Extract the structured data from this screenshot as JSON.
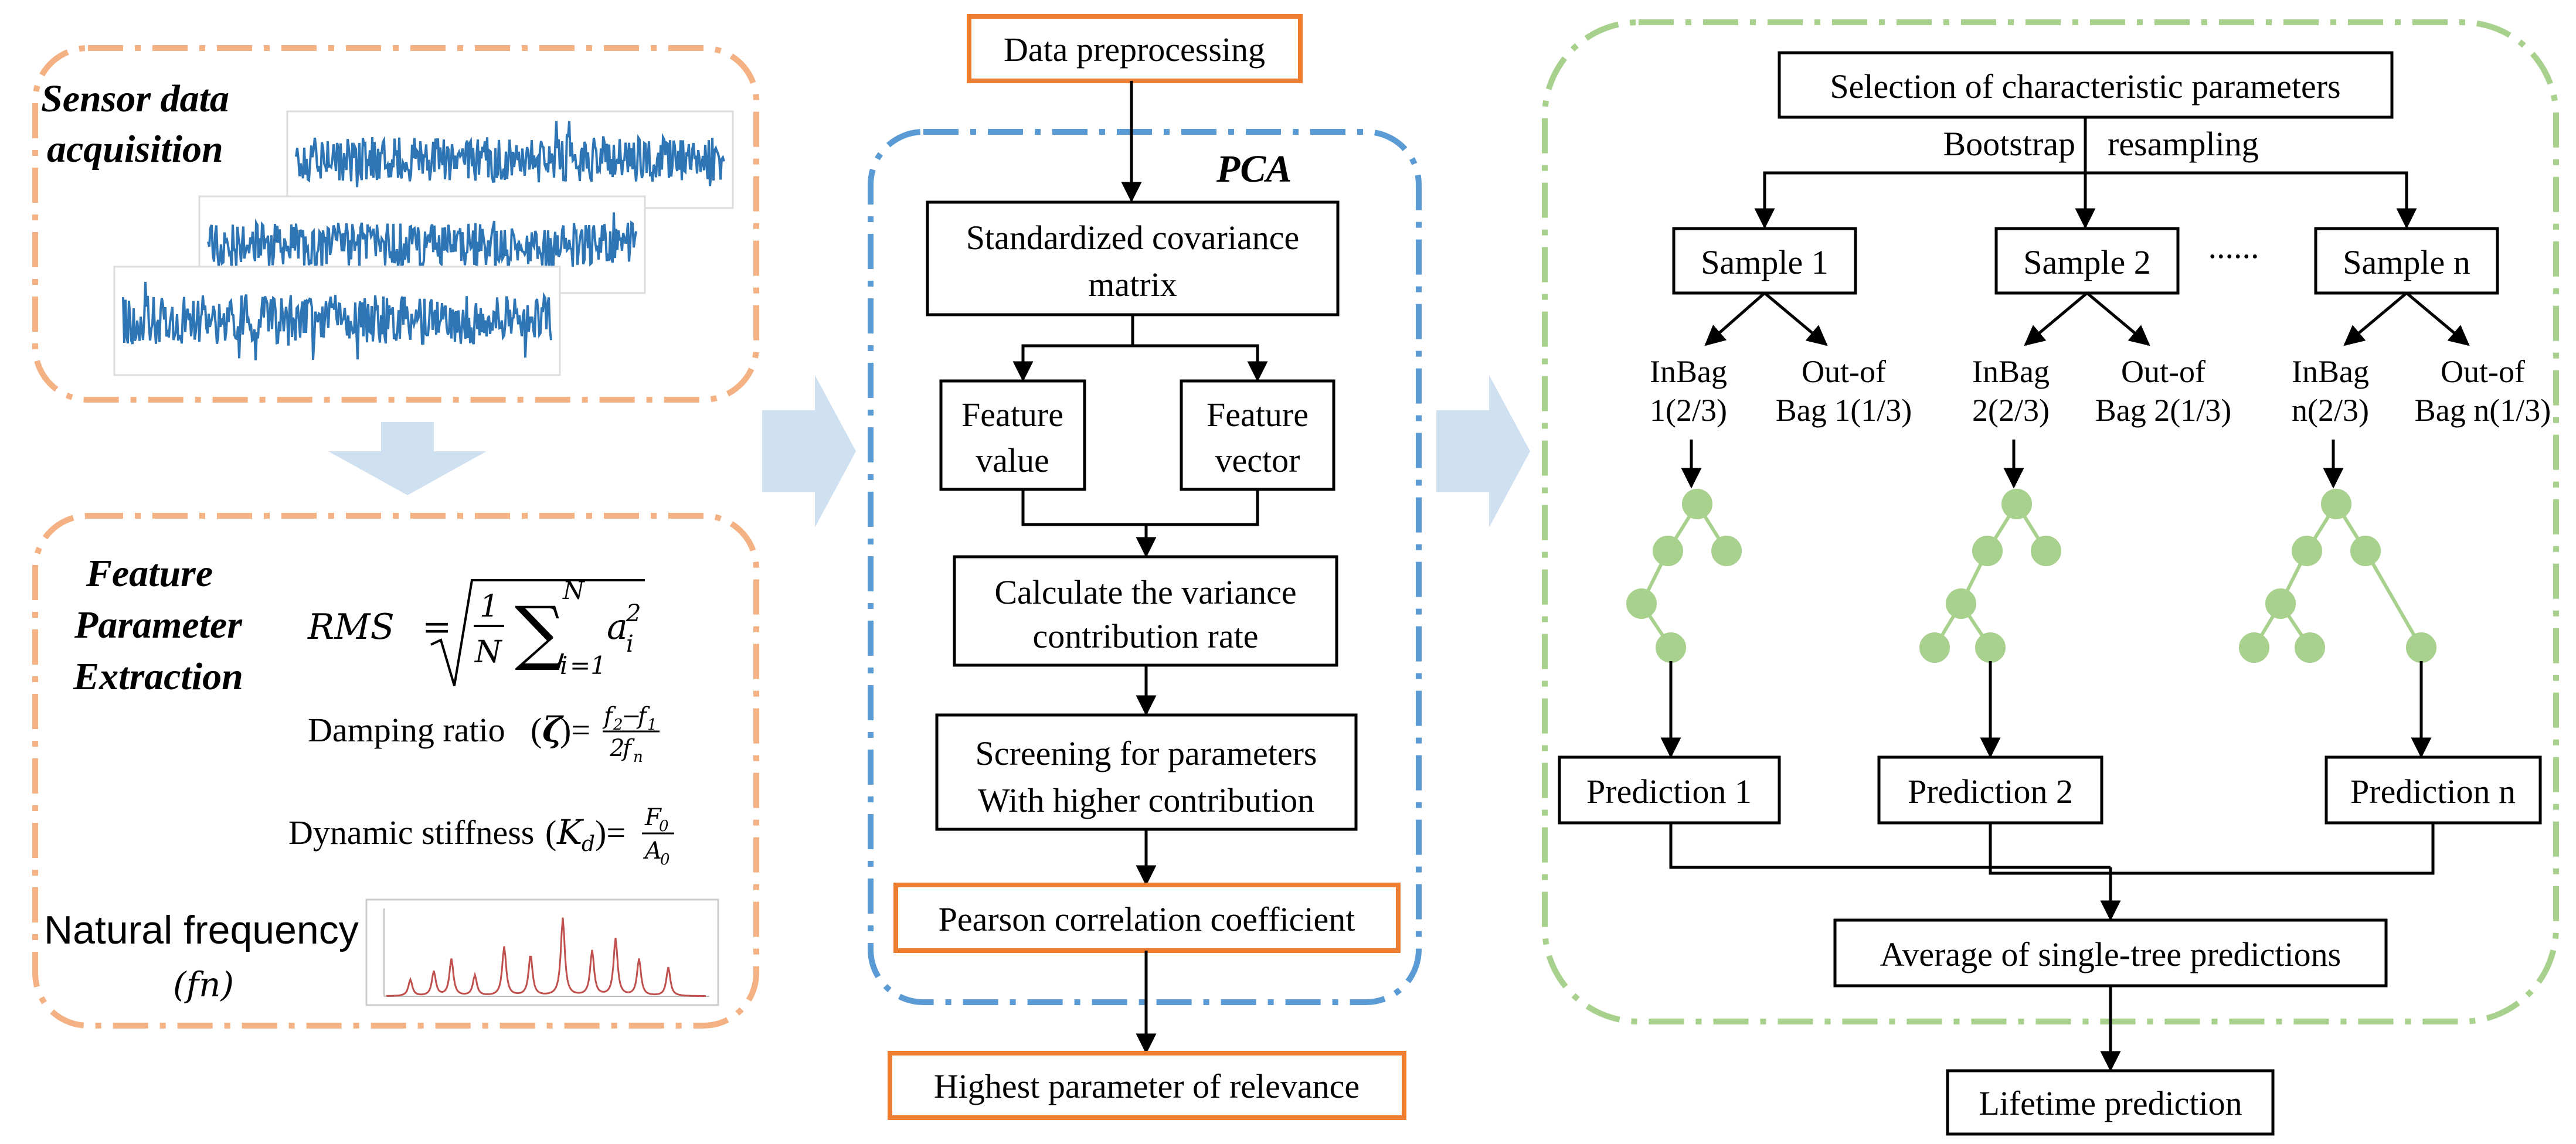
{
  "left": {
    "acquisition_title": [
      "Sensor data",
      "acquisition"
    ],
    "extraction_title": [
      "Feature",
      "Parameter",
      "Extraction"
    ],
    "rms_label": "RMS",
    "damping_label": "Damping ratio",
    "stiffness_label": "Dynamic stiffness",
    "natural_freq_label": "Natural frequency",
    "natural_freq_symbol": "(fn)"
  },
  "middle": {
    "preprocessing": "Data preprocessing",
    "pca_title": "PCA",
    "covariance": [
      "Standardized covariance",
      "matrix"
    ],
    "feature_value": [
      "Feature",
      "value"
    ],
    "feature_vector": [
      "Feature",
      "vector"
    ],
    "variance": [
      "Calculate the variance",
      "contribution rate"
    ],
    "screening": [
      "Screening for parameters",
      "With  higher contribution"
    ],
    "pearson": "Pearson correlation coefficient",
    "highest": "Highest parameter of relevance"
  },
  "right": {
    "selection": "Selection of characteristic parameters",
    "bootstrap": "Bootstrap",
    "resampling": "resampling",
    "samples": [
      "Sample 1",
      "Sample 2",
      "Sample n"
    ],
    "ellipsis": "......",
    "inbag": [
      [
        "InBag",
        "1(2/3)"
      ],
      [
        "InBag",
        "2(2/3)"
      ],
      [
        "InBag",
        "n(2/3)"
      ]
    ],
    "outbag": [
      [
        "Out-of",
        "Bag 1(1/3)"
      ],
      [
        "Out-of",
        "Bag 2(1/3)"
      ],
      [
        "Out-of",
        "Bag n(1/3)"
      ]
    ],
    "predictions": [
      "Prediction 1",
      "Prediction 2",
      "Prediction n"
    ],
    "average": "Average of single-tree predictions",
    "lifetime": "Lifetime prediction"
  },
  "colors": {
    "orange": "#f4b183",
    "orange_box": "#ed7d31",
    "blue": "#5b9bd5",
    "green": "#a9d18e",
    "arrow_blue": "#cfe0f1",
    "signal": "#2e75b6",
    "spectrum": "#c0504d"
  }
}
